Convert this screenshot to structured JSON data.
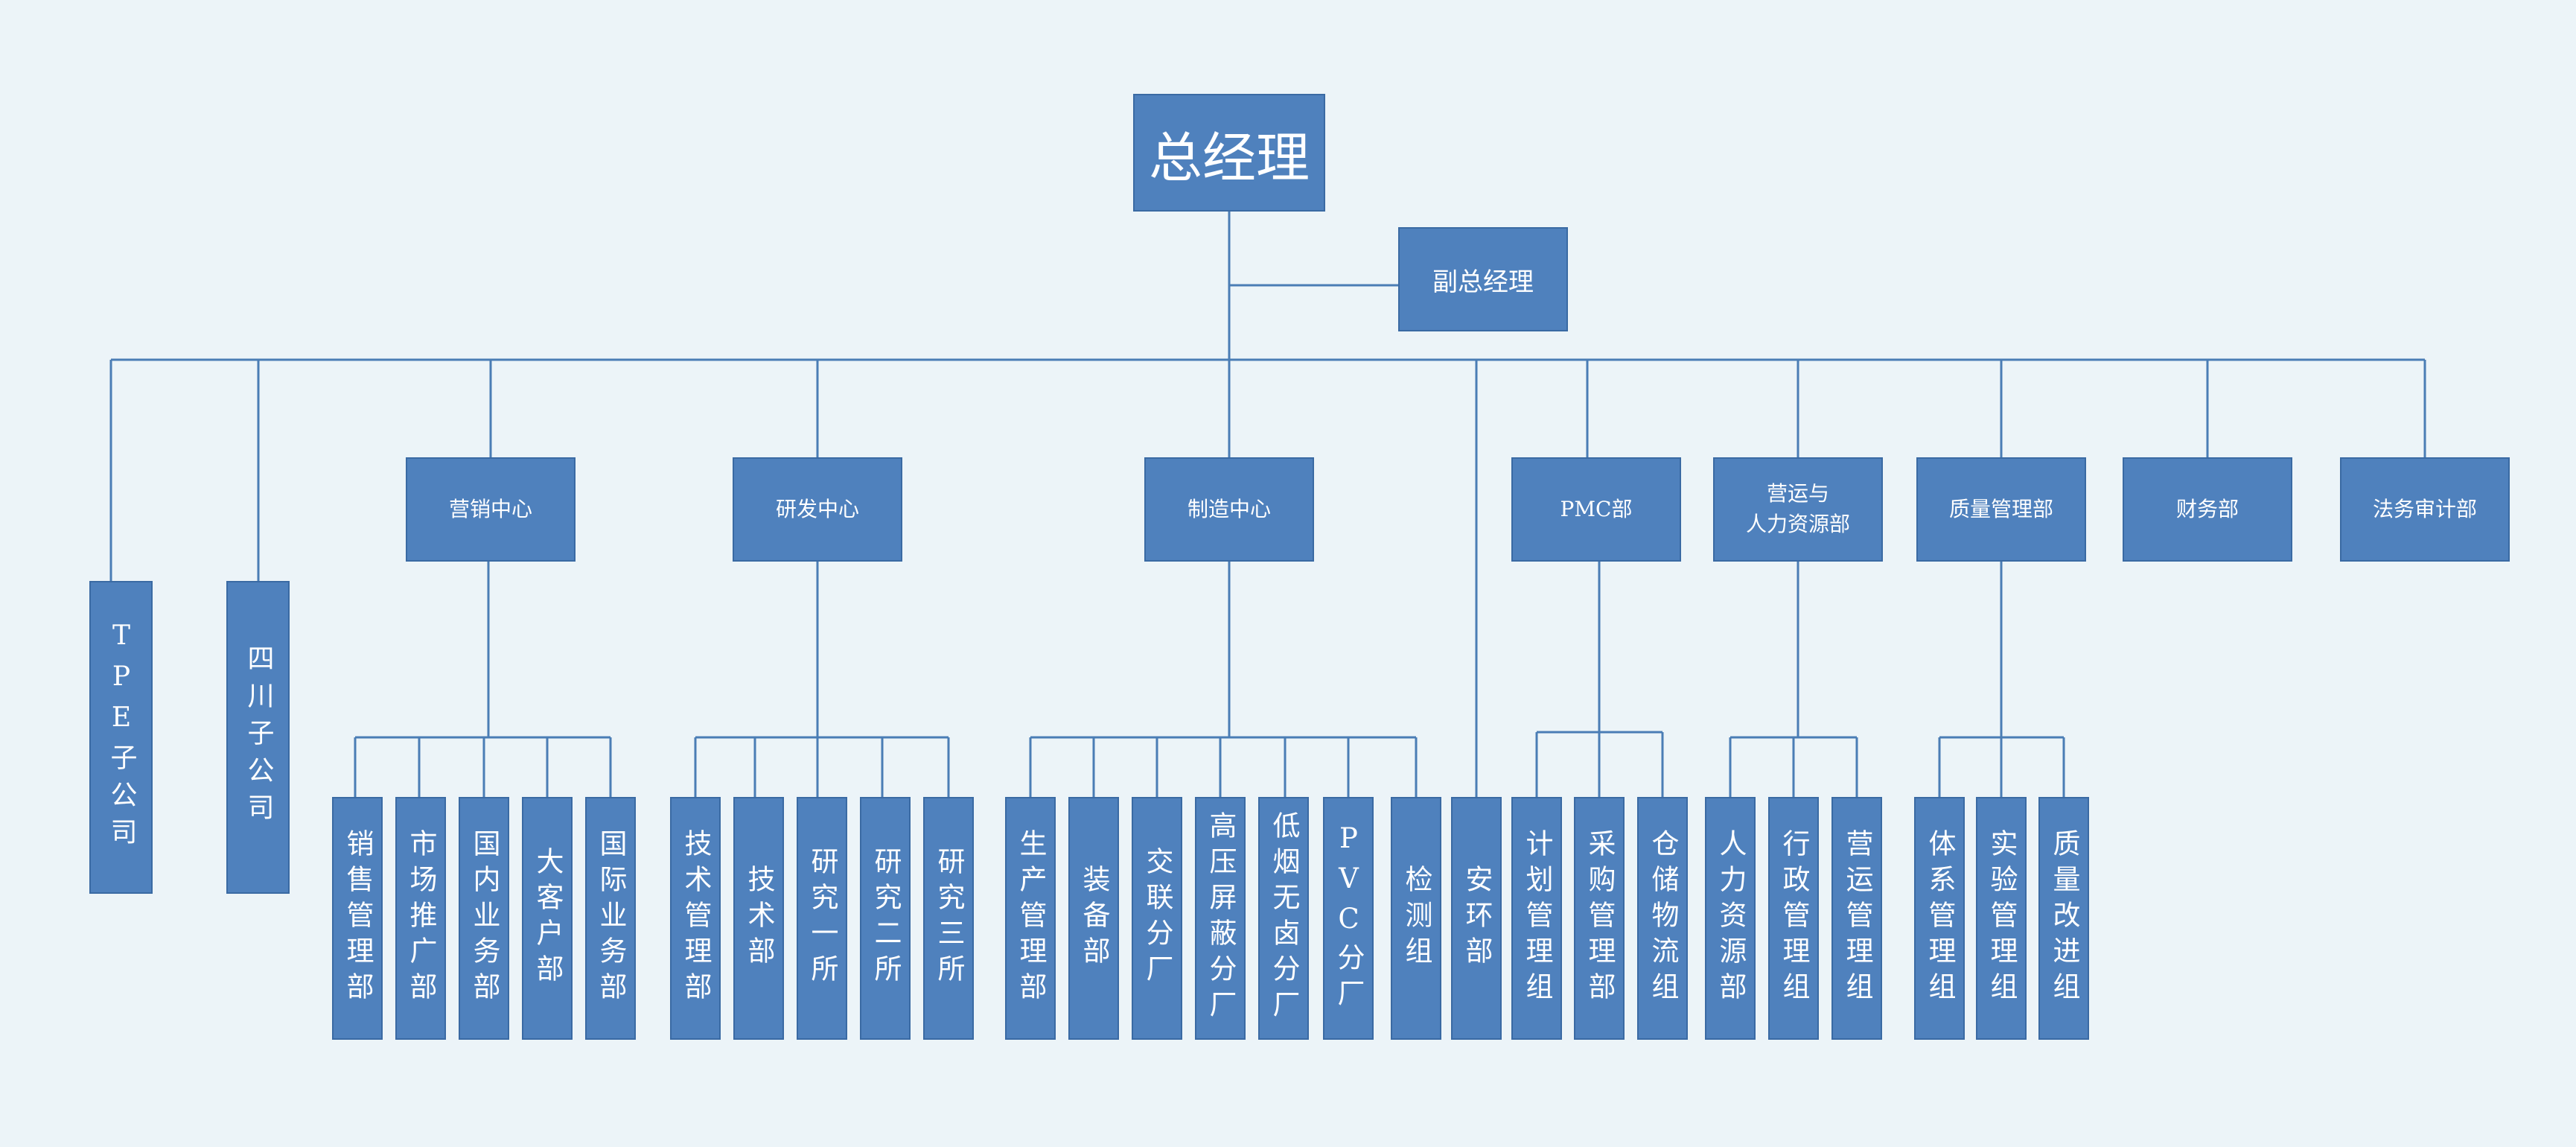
{
  "org": {
    "ceo": "总经理",
    "vp": "副总经理",
    "subsidiaries": [
      "TPE子公司",
      "四川子公司"
    ],
    "centers": [
      {
        "name": "营销中心",
        "units": [
          "销售管理部",
          "市场推广部",
          "国内业务部",
          "大客户部",
          "国际业务部"
        ]
      },
      {
        "name": "研发中心",
        "units": [
          "技术管理部",
          "技术部",
          "研究一所",
          "研究二所",
          "研究三所"
        ]
      },
      {
        "name": "制造中心",
        "units": [
          "生产管理部",
          "装备部",
          "交联分厂",
          "高压屏蔽分厂",
          "低烟无卤分厂",
          "PVC分厂",
          "检测组"
        ]
      },
      {
        "name": "PMC部",
        "units": [
          "计划管理组",
          "采购管理部",
          "仓储物流组"
        ]
      },
      {
        "name": "营运与\n人力资源部",
        "units": [
          "人力资源部",
          "行政管理组",
          "营运管理组"
        ]
      },
      {
        "name": "质量管理部",
        "units": [
          "体系管理组",
          "实验管理组",
          "质量改进组"
        ]
      },
      {
        "name": "财务部",
        "units": []
      },
      {
        "name": "法务审计部",
        "units": []
      }
    ],
    "direct_unit": "安环部"
  },
  "colors": {
    "box_fill": "#4f81bd",
    "box_border": "#3a6aa3",
    "line": "#4a7db5",
    "background": "#ecf4f8"
  }
}
